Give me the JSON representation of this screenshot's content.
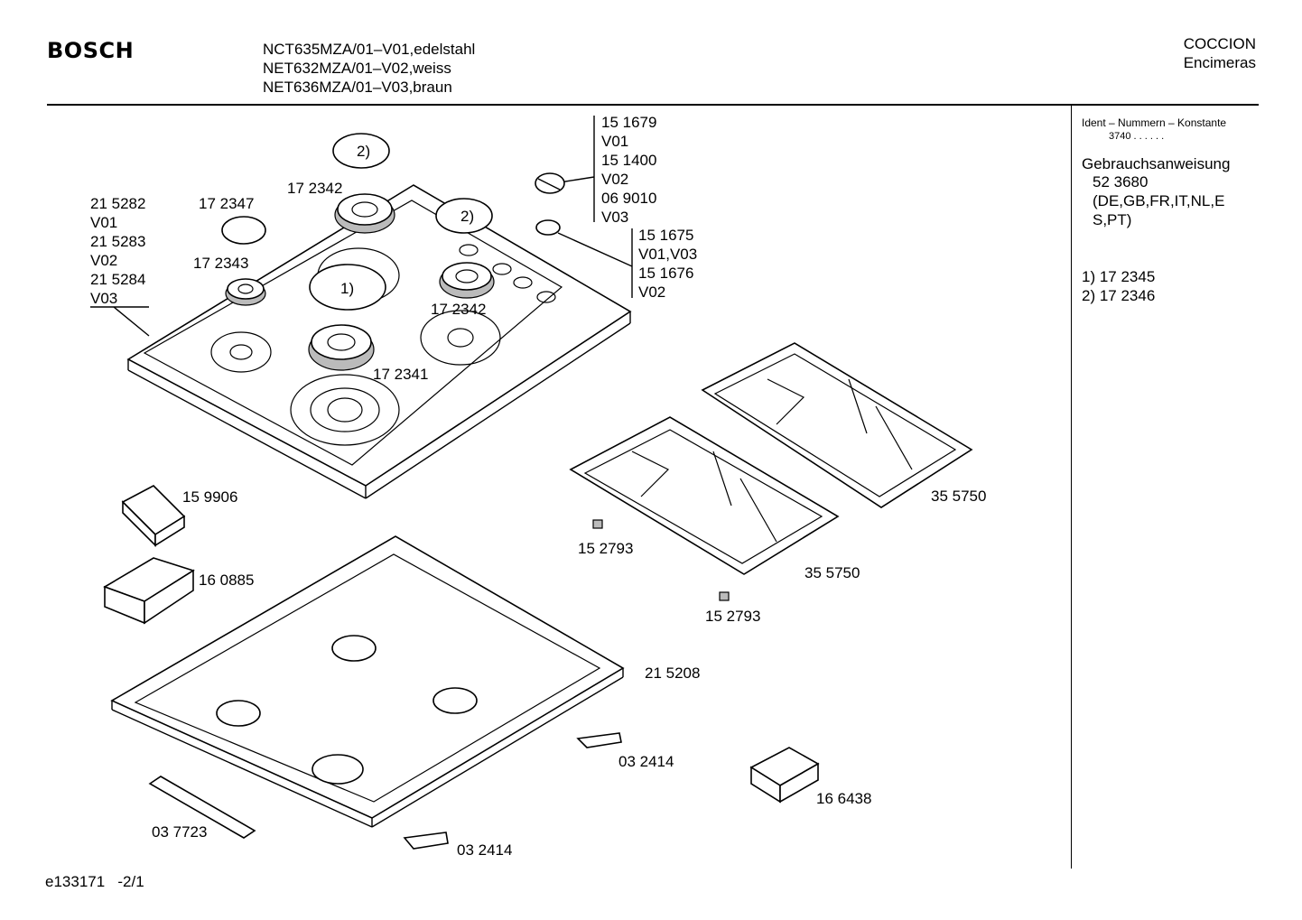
{
  "header": {
    "brand": "BOSCH",
    "models": [
      "NCT635MZA/01–V01,edelstahl",
      "NET632MZA/01–V02,weiss",
      "NET636MZA/01–V03,braun"
    ],
    "category": "COCCION",
    "subcategory": "Encimeras"
  },
  "sidebar": {
    "ident_label": "Ident – Nummern – Konstante",
    "ident_value": "3740 . . . . . .",
    "manual_label": "Gebrauchsanweisung",
    "manual_number": "52 3680",
    "manual_langs_1": "(DE,GB,FR,IT,NL,E",
    "manual_langs_2": "S,PT)",
    "note_1": "1)  17 2345",
    "note_2": "2)  17 2346"
  },
  "parts": {
    "p215282": "21 5282",
    "v01a": "V01",
    "p215283": "21 5283",
    "v02a": "V02",
    "p215284": "21 5284",
    "v03a": "V03",
    "p172347": "17 2347",
    "p172342_top": "17 2342",
    "p172343": "17 2343",
    "p151679": "15 1679",
    "v01b": "V01",
    "p151400": "15 1400",
    "v02b": "V02",
    "p069010": "06 9010",
    "v03b": "V03",
    "p151675": "15 1675",
    "v0103": "V01,V03",
    "p151676": "15 1676",
    "v02c": "V02",
    "p172342_mid": "17 2342",
    "p172341": "17 2341",
    "p159906": "15 9906",
    "p160885": "16 0885",
    "p152793_a": "15 2793",
    "p152793_b": "15 2793",
    "p355750_a": "35 5750",
    "p355750_b": "35 5750",
    "p215208": "21 5208",
    "p032414_a": "03 2414",
    "p032414_b": "03 2414",
    "p166438": "16 6438",
    "p037723": "03 7723",
    "callout_1": "1)",
    "callout_2a": "2)",
    "callout_2b": "2)"
  },
  "footer": {
    "drawing_id": "e133171",
    "page": "-2/1"
  }
}
